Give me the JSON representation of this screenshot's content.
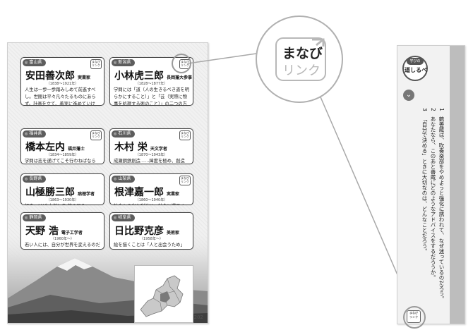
{
  "logo": {
    "line1": "まなび",
    "line2": "リンク"
  },
  "left_page": {
    "page_number": "202",
    "cards": [
      {
        "pref": "富山県",
        "name": "安田善次郎",
        "role": "実業家",
        "years": "（1838～1921年）",
        "quote": "人生は一歩一歩踏みしめて前進すべし。世間は平々凡々たるものにあらず。計画を立て、着実に進めていけば、必ず成功の境域に達すべし。",
        "badge": true
      },
      {
        "pref": "新潟県",
        "name": "小林虎三郎",
        "role": "長岡藩大参事",
        "years": "（1828～1877年）",
        "quote": "学問には「道（人の生きるべき道を明らかにすること）」と「芸（実際に物事を処理する術のこと）」の二つの方向があり、それらを離して考えてはいけない。",
        "badge": true
      },
      {
        "pref": "福井県",
        "name": "橋本左内",
        "role": "福井藩士",
        "years": "（1834～1859年）",
        "quote": "学問は志を遂げてこそ行わねばならない。",
        "badge": true
      },
      {
        "pref": "石川県",
        "name": "木村 栄",
        "role": "天文学者",
        "years": "（1870～1943年）",
        "quote": "成瀬鋼鉄創造……緯度を極め、創造にのぞむ。",
        "badge": true
      },
      {
        "pref": "長野県",
        "name": "山極勝三郎",
        "role": "病理学者",
        "years": "（1863～1930年）",
        "quote": "行きつけば 大剣しき 夢の見え",
        "badge": false
      },
      {
        "pref": "山梨県",
        "name": "根津嘉一郎",
        "role": "実業家",
        "years": "（1860～1940年）",
        "quote": "社会から出た利益は、社会に還元する義務がある。",
        "badge": true
      },
      {
        "pref": "静岡県",
        "name": "天野 浩",
        "role": "電子工学者",
        "years": "（1960年～）",
        "quote": "若い人には、自分が世界を変えるのだという気持ちで難しい問題にチャレンジしてもらいたい。",
        "badge": false
      },
      {
        "pref": "岐阜県",
        "name": "日比野克彦",
        "role": "美術家",
        "years": "（1958年～）",
        "quote": "絵を描くことは「人と出会うため」に自分の気持ちを表現する手段……",
        "badge": false
      }
    ]
  },
  "right_page": {
    "badge_top": "学びの",
    "badge_main": "道しるべ",
    "questions": [
      {
        "num": "1",
        "text": "鶴善蔵は、吹奏楽部をやめようと強化に誘われて、なぜ迷っているのだろう。"
      },
      {
        "num": "2",
        "text": "あなたなら、このあと善蔵にどのようなアドバイスをするだろうか。"
      },
      {
        "num": "3",
        "text": "「自分で決める」ときに大切なのは、どんなことだろう。"
      }
    ]
  },
  "colors": {
    "card_border": "#444444",
    "tag_bg": "#5d5d5d",
    "logo_gray": "#b8b8b8"
  }
}
